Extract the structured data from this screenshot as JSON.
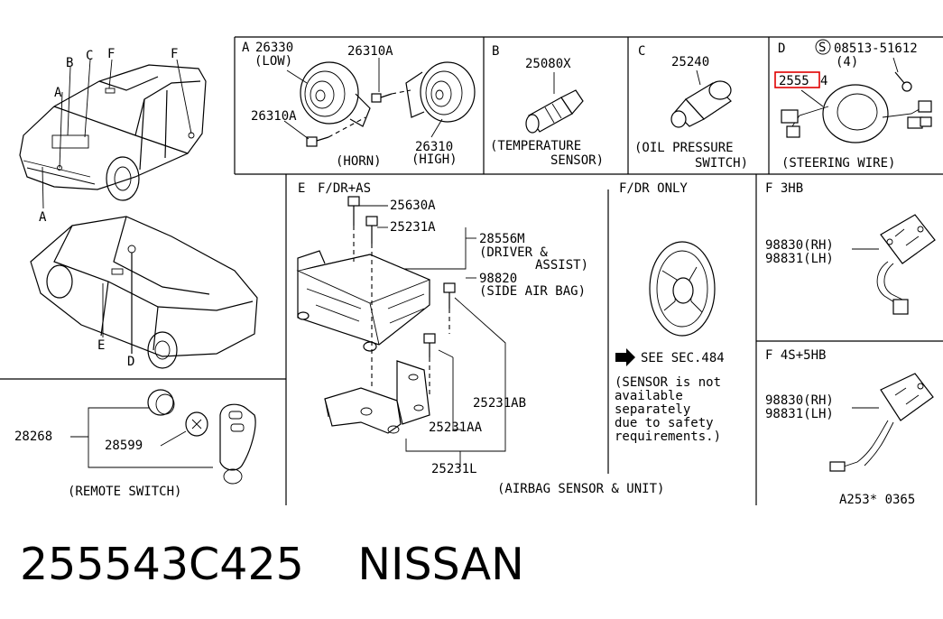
{
  "cars": {
    "callouts": {
      "a": "A",
      "b": "B",
      "c": "C",
      "f": "F",
      "e": "E",
      "d": "D",
      "a2": "A"
    }
  },
  "horn": {
    "section": "A",
    "part_low": "26330",
    "low_label": "(LOW)",
    "part_bolt1": "26310A",
    "part_bolt2": "26310A",
    "part_high": "26310",
    "high_label": "(HIGH)",
    "caption": "(HORN)"
  },
  "temperature": {
    "section": "B",
    "part": "25080X",
    "caption1": "(TEMPERATURE",
    "caption2": "SENSOR)"
  },
  "oil": {
    "section": "C",
    "part": "25240",
    "caption1": "(OIL PRESSURE",
    "caption2": "SWITCH)"
  },
  "steering": {
    "section": "D",
    "screw_symbol": "S",
    "screw_part": "08513-51612",
    "screw_qty": "(4)",
    "wire_part_highlighted": "2555",
    "wire_part_suffix": "4",
    "caption": "(STEERING WIRE)"
  },
  "airbag": {
    "section": "E",
    "variant": "F/DR+AS",
    "p1": "25630A",
    "p2": "25231A",
    "p3": "28556M",
    "p3_desc1": "(DRIVER &",
    "p3_desc2": "ASSIST)",
    "p4": "98820",
    "p4_desc": "(SIDE AIR BAG)",
    "p5": "25231AB",
    "p6": "25231AA",
    "p7": "25231L",
    "caption": "(AIRBAG SENSOR & UNIT)"
  },
  "fdr": {
    "title": "F/DR ONLY",
    "see": "SEE SEC.484",
    "note": [
      "(SENSOR is not",
      "available",
      "separately",
      "due to safety",
      "requirements.)"
    ]
  },
  "harness3": {
    "title": "F 3HB",
    "p_rh": "98830(RH)",
    "p_lh": "98831(LH)"
  },
  "harness4": {
    "title": "F 4S+5HB",
    "p_rh": "98830(RH)",
    "p_lh": "98831(LH)"
  },
  "remote": {
    "p1": "28268",
    "p2": "28599",
    "caption": "(REMOTE SWITCH)"
  },
  "diagram_id": "A253* 0365",
  "footer": {
    "part_number": "255543C425",
    "brand": "NISSAN"
  }
}
